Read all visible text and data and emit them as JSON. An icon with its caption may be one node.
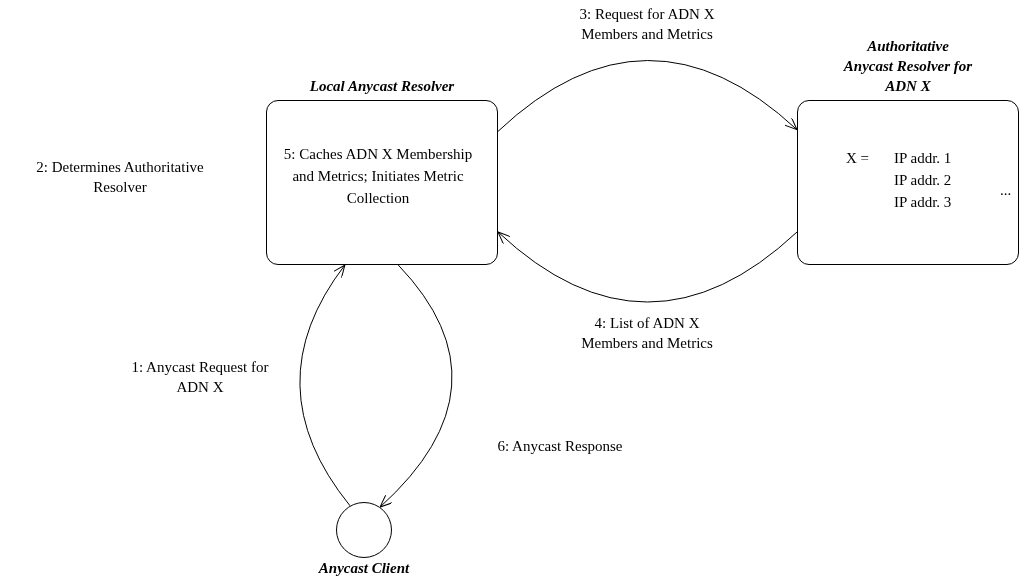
{
  "diagram": {
    "nodes": [
      {
        "text": [
          "Local Anycast Resolver",
          "5: Caches ADN X Membership and Metrics; Initiates Metric Collection"
        ]
      },
      {
        "text": [
          "Authoritative Anycast Resolver for ADN X",
          "X =",
          "IP addr. 1",
          "IP addr. 2",
          "IP addr. 3",
          "..."
        ]
      },
      {
        "text": [
          "Anycast Client"
        ]
      }
    ],
    "edges": [
      {
        "from": 0,
        "to": 1,
        "arrow": "to",
        "label": "3: Request for ADN X Members and Metrics"
      },
      {
        "from": 1,
        "to": 0,
        "arrow": "to",
        "label": "4: List of ADN X Members and Metrics"
      },
      {
        "from": 2,
        "to": 0,
        "arrow": "to",
        "label": "1: Anycast Request for ADN X"
      },
      {
        "from": 0,
        "to": 2,
        "arrow": "to",
        "label": "6: Anycast Response"
      }
    ],
    "labels": [
      "2: Determines Authoritative Resolver"
    ]
  }
}
